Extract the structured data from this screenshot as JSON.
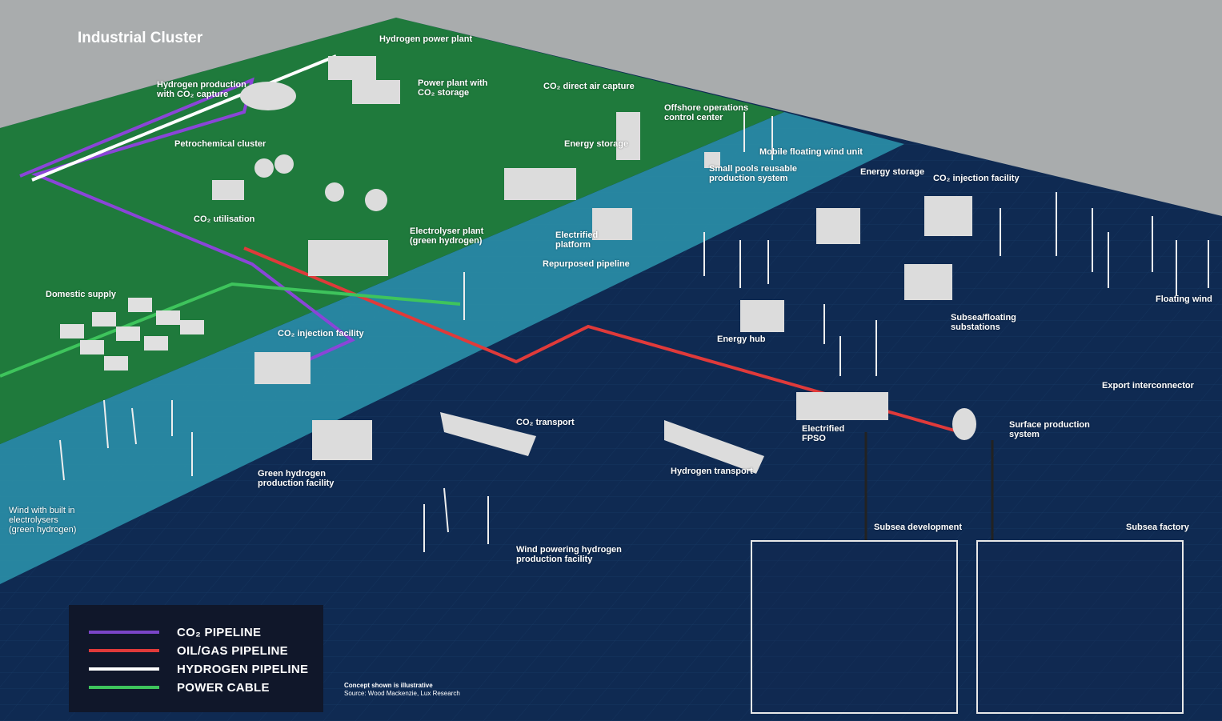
{
  "title": "Industrial Cluster",
  "labels": {
    "hydrogen_power_plant": "Hydrogen power plant",
    "hydrogen_production_ccs": "Hydrogen production\nwith CO₂ capture",
    "power_plant_co2_storage": "Power plant with\nCO₂ storage",
    "co2_direct_air_capture": "CO₂ direct air capture",
    "offshore_ops": "Offshore operations\ncontrol center",
    "petrochemical_cluster": "Petrochemical cluster",
    "energy_storage_land": "Energy storage",
    "mobile_floating_wind": "Mobile floating wind unit",
    "small_pools": "Small pools reusable\nproduction system",
    "energy_storage_offshore": "Energy storage",
    "co2_injection_offshore": "CO₂ injection facility",
    "co2_utilisation": "CO₂ utilisation",
    "electrolyser_plant": "Electrolyser plant\n(green hydrogen)",
    "electrified_platform": "Electrified\nplatform",
    "repurposed_pipeline": "Repurposed pipeline",
    "domestic_supply": "Domestic supply",
    "floating_wind": "Floating wind",
    "subsea_floating_substations": "Subsea/floating\nsubstations",
    "energy_hub": "Energy hub",
    "co2_injection_near": "CO₂ injection facility",
    "export_interconnector": "Export interconnector",
    "co2_transport": "CO₂ transport",
    "electrified_fpso": "Electrified\nFPSO",
    "surface_production": "Surface production\nsystem",
    "hydrogen_transport": "Hydrogen transport",
    "green_hydrogen_facility": "Green hydrogen\nproduction facility",
    "wind_electrolysers": "Wind with built in\nelectrolysers\n(green hydrogen)",
    "wind_powering_hydrogen": "Wind powering hydrogen\nproduction facility",
    "subsea_development": "Subsea development",
    "subsea_factory": "Subsea factory"
  },
  "legend": [
    {
      "label": "CO₂ PIPELINE",
      "color": "#7a45c8"
    },
    {
      "label": "OIL/GAS PIPELINE",
      "color": "#e03a3a"
    },
    {
      "label": "HYDROGEN PIPELINE",
      "color": "#ffffff"
    },
    {
      "label": "POWER CABLE",
      "color": "#3ec45c"
    }
  ],
  "note": {
    "line1": "Concept shown is illustrative",
    "line2": "Source: Wood Mackenzie, Lux Research"
  }
}
